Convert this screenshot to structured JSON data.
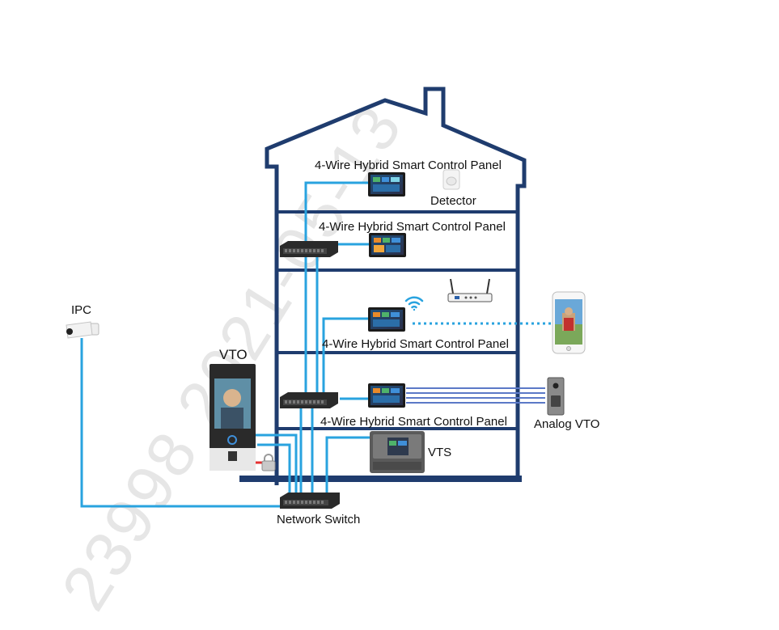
{
  "diagram": {
    "labels": {
      "panel_1": "4-Wire Hybrid Smart Control Panel",
      "detector": "Detector",
      "panel_2": "4-Wire Hybrid Smart Control Panel",
      "ipc": "IPC",
      "panel_3": "4-Wire Hybrid Smart Control Panel",
      "vto": "VTO",
      "panel_4": "4-Wire Hybrid Smart Control Panel",
      "analog_vto": "Analog VTO",
      "vts": "VTS",
      "network_switch": "Network Switch"
    },
    "colors": {
      "building": "#1f3c6e",
      "cable": "#29a3df",
      "analog_wire": "#5b79c7",
      "alarm_wire": "#e53030",
      "watermark": "#e6e6e6"
    },
    "watermark_text": "23998 2021-05-13"
  }
}
